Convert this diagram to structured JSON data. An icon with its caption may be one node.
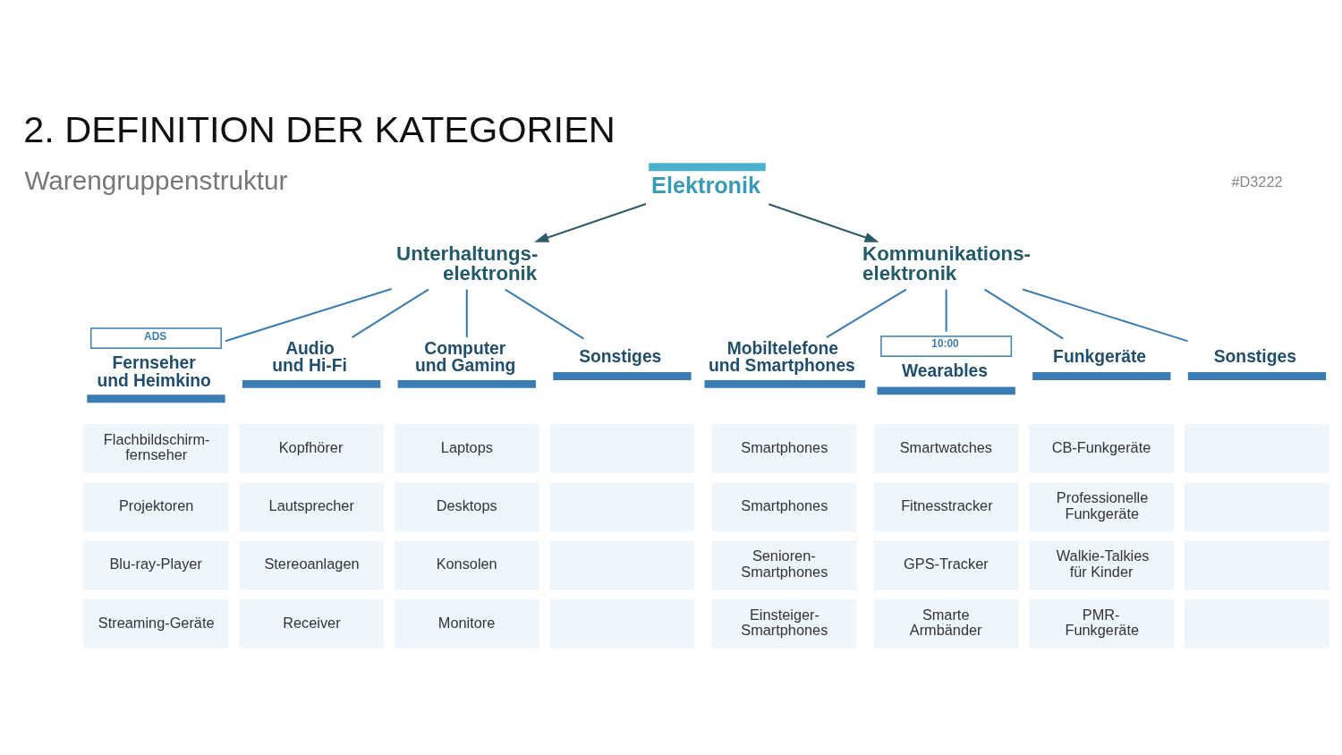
{
  "diagram": {
    "title": "2. DEFINITION DER KATEGORIEN",
    "nodes": [
      {
        "text": [
          "Elektronik"
        ]
      },
      {
        "text": [
          "Unterhaltungs- elektronik"
        ]
      },
      {
        "text": [
          "Kommunikations- elektronik"
        ]
      },
      {
        "text": [
          "ADS",
          "Fernseher und Heimkino"
        ]
      },
      {
        "text": [
          "Audio und Hi-Fi"
        ]
      },
      {
        "text": [
          "Computer und Gaming"
        ]
      },
      {
        "text": [
          "Sonstiges"
        ]
      },
      {
        "text": [
          "Mobiltelefone und Smartphones"
        ]
      },
      {
        "text": [
          "10:00",
          "Wearables"
        ]
      },
      {
        "text": [
          "Funkgeräte"
        ]
      },
      {
        "text": [
          "Sonstiges"
        ]
      },
      {
        "text": [
          "Flachbildschirm- fernseher"
        ]
      },
      {
        "text": [
          "Kopfhörer"
        ]
      },
      {
        "text": [
          "Laptops"
        ]
      },
      {
        "text": [],
        "shape": "box"
      },
      {
        "text": [
          "Smartphones"
        ]
      },
      {
        "text": [
          "Smartwatches"
        ]
      },
      {
        "text": [
          "CB-Funkgeräte"
        ]
      },
      {
        "text": [],
        "shape": "box"
      },
      {
        "text": [
          "Projektoren"
        ]
      },
      {
        "text": [
          "Lautsprecher"
        ]
      },
      {
        "text": [
          "Desktops"
        ]
      },
      {
        "text": [],
        "shape": "box"
      },
      {
        "text": [
          "Smartphones"
        ]
      },
      {
        "text": [
          "Fitnesstracker"
        ]
      },
      {
        "text": [
          "Professionelle Funkgeräte"
        ]
      },
      {
        "text": [],
        "shape": "box"
      },
      {
        "text": [
          "Blu-ray-Player"
        ]
      },
      {
        "text": [
          "Stereoanlagen"
        ]
      },
      {
        "text": [
          "Konsolen"
        ]
      },
      {
        "text": [],
        "shape": "box"
      },
      {
        "text": [
          "Senioren- Smartphones"
        ]
      },
      {
        "text": [
          "GPS-Tracker"
        ]
      },
      {
        "text": [
          "Walkie-Talkies für Kinder"
        ]
      },
      {
        "text": [],
        "shape": "box"
      },
      {
        "text": [
          "Streaming-Geräte"
        ]
      },
      {
        "text": [
          "Receiver"
        ]
      },
      {
        "text": [
          "Monitore"
        ]
      },
      {
        "text": [],
        "shape": "box"
      },
      {
        "text": [
          "Einsteiger- Smartphones"
        ]
      },
      {
        "text": [
          "Smarte Armbänder"
        ]
      },
      {
        "text": [
          "PMR- Funkgeräte"
        ]
      },
      {
        "text": [],
        "shape": "box"
      }
    ],
    "edges": [
      {
        "from": 0,
        "to": 1,
        "arrow": "to",
        "color": "#2d5b6b"
      },
      {
        "from": 0,
        "to": 2,
        "arrow": "to",
        "color": "#2d5b6b"
      },
      {
        "from": 1,
        "to": 3,
        "arrow": "none"
      },
      {
        "from": 1,
        "to": 4,
        "arrow": "none"
      },
      {
        "from": 1,
        "to": 5,
        "arrow": "none"
      },
      {
        "from": 1,
        "to": 6,
        "arrow": "none"
      },
      {
        "from": 2,
        "to": 7,
        "arrow": "none"
      },
      {
        "from": 2,
        "to": 8,
        "arrow": "none"
      },
      {
        "from": 2,
        "to": 9,
        "arrow": "none"
      },
      {
        "from": 2,
        "to": 10,
        "arrow": "none"
      }
    ],
    "labels": [
      "#D3222",
      "Warengruppenstruktur"
    ]
  }
}
